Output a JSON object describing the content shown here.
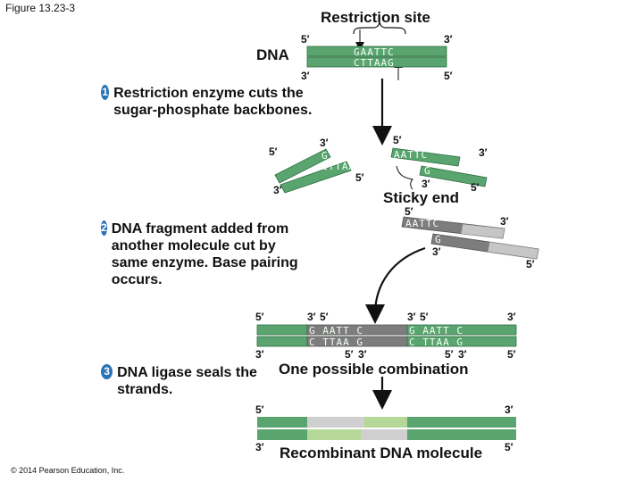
{
  "figure_label": "Figure 13.23-3",
  "restriction_site_label": "Restriction site",
  "dna_label": "DNA",
  "sticky_end_label": "Sticky end",
  "ends": {
    "five": "5′",
    "three": "3′"
  },
  "sequences": {
    "top_site": "GAATTC",
    "bottom_site": "CTTAAG",
    "frag_left_top": "G",
    "frag_left_bottom": "CTTAA",
    "frag_right_top": "AATTC",
    "frag_right_bottom": "G",
    "added_top": "AATTC",
    "added_bottom": "G",
    "junction_top": "G AATT C",
    "junction_bottom": "C TTAA G"
  },
  "steps": [
    {
      "number": "1",
      "text": "Restriction enzyme cuts the sugar-phosphate backbones."
    },
    {
      "number": "2",
      "text": "DNA fragment added from another molecule cut by same enzyme. Base pairing occurs."
    },
    {
      "number": "3",
      "text": "DNA ligase seals the strands."
    }
  ],
  "combination_label": "One possible combination",
  "recombinant_label": "Recombinant DNA molecule",
  "copyright": "© 2014 Pearson Education, Inc.",
  "colors": {
    "dna_green": "#5aa56f",
    "dna_green_light": "#b5d898",
    "added_grey_dark": "#7d7d7d",
    "added_grey_light": "#d0d0d0",
    "step_blue": "#2b73b5"
  }
}
